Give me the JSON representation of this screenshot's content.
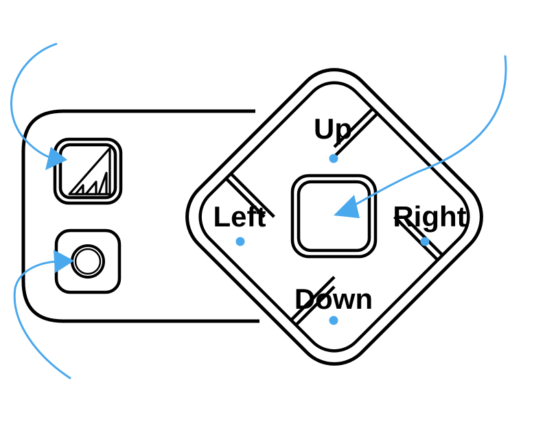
{
  "dpad": {
    "up_label": "Up",
    "left_label": "Left",
    "right_label": "Right",
    "down_label": "Down"
  },
  "icons": {
    "top_button_icon": "signal-strength-icon",
    "bottom_button_icon": "circle-icon",
    "center_button": "blank"
  },
  "colors": {
    "outline": "#000000",
    "arrow": "#4aa8ec",
    "background": "#ffffff"
  }
}
